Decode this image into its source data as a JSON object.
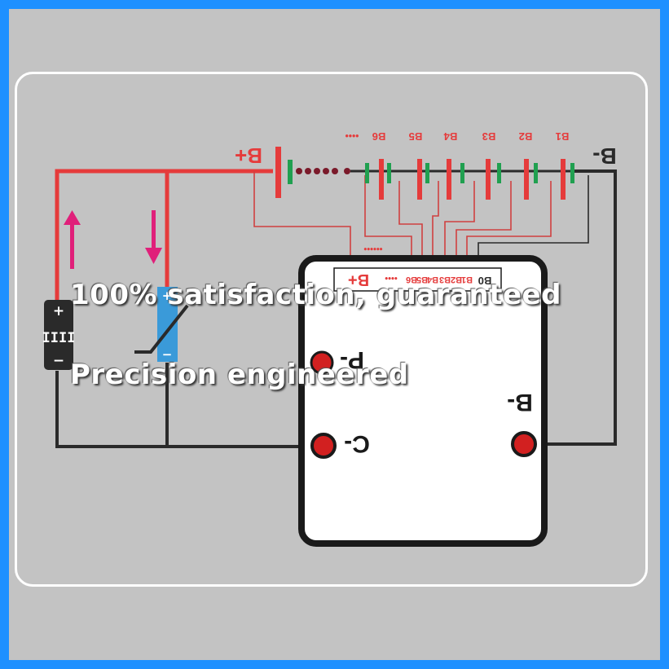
{
  "colors": {
    "frame": "#1e90ff",
    "background": "#c3c3c3",
    "wire_red": "#e53b3b",
    "wire_dark": "#2a2a2a",
    "cell_green": "#20a050",
    "arrow_pink": "#e0207a",
    "switch_blue": "#3a9ad9",
    "terminal_red": "#d22020"
  },
  "labels": {
    "b_plus": "B+",
    "b_minus": "B-",
    "cells": [
      "B6",
      "B5",
      "B4",
      "B3",
      "B2",
      "B1"
    ],
    "cells_more": "••••",
    "board_dots": "••••••",
    "board_header_b_plus": "B+",
    "board_header_dots": "••••",
    "board_pins": [
      "B6",
      "B5",
      "B4",
      "B3",
      "B2",
      "B1",
      "B0"
    ],
    "terminal_p_minus": "P-",
    "terminal_c_minus": "C-",
    "terminal_b_minus": "B-"
  },
  "charger": {
    "plus": "+",
    "minus": "−",
    "body": "IIII"
  },
  "switch_marks": {
    "plus": "+",
    "minus": "−"
  },
  "overlay": {
    "line1": "100% satisfaction, guaranteed",
    "line2": "Precision engineered"
  }
}
